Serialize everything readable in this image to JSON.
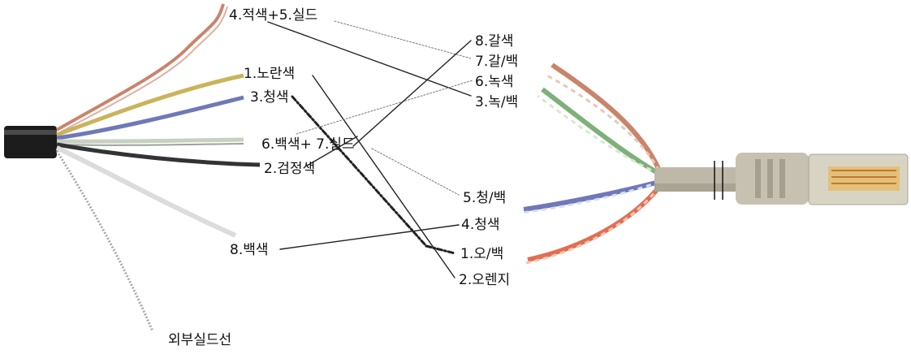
{
  "left_labels": {
    "red_shield": "4.적색+5.실드",
    "yellow": "1.노란색",
    "blue": "3.청색",
    "white_shield": "6.백색+  7.실드",
    "black": "2.검정색",
    "white": "8.백색",
    "outer_shield": "외부실드선"
  },
  "right_labels": {
    "brown": "8.갈색",
    "brown_white": "7.갈/백",
    "green": "6.녹색",
    "green_white": "3.녹/백",
    "blue_white": "5.청/백",
    "blue": "4.청색",
    "orange_white": "1.오/백",
    "orange": "2.오렌지"
  },
  "colors": {
    "jacket_black": "#1c1c1c",
    "red_wire": "#c9846a",
    "yellow_wire": "#c9b45a",
    "blue_wire": "#6f78b8",
    "green_wire": "#7fb07a",
    "orange_wire": "#e26e52",
    "plug_gray": "#bdb8a8",
    "line": "#222222"
  }
}
